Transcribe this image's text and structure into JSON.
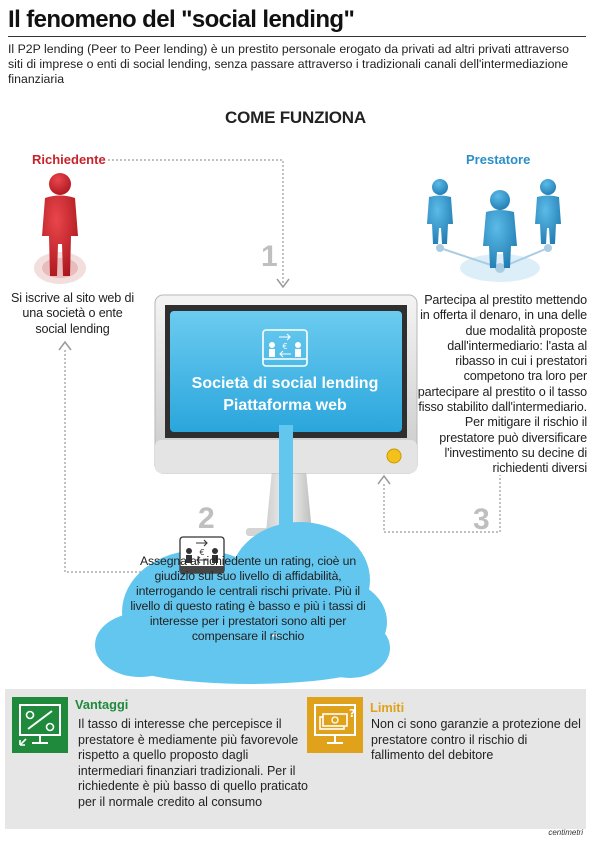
{
  "header": {
    "title": "Il fenomeno del \"social lending\"",
    "intro": "Il P2P lending (Peer to Peer lending) è un prestito personale erogato da privati ad altri privati attraverso siti di imprese o enti di social lending, senza passare attraverso i tradizionali canali dell'intermediazione finanziaria"
  },
  "section_title": "COME FUNZIONA",
  "roles": {
    "requester": "Richiedente",
    "lender": "Prestatore"
  },
  "steps": {
    "n1": "1",
    "n2": "2",
    "n3": "3"
  },
  "texts": {
    "requester": "Si iscrive al sito web di una società o ente social lending",
    "lender": "Partecipa al prestito mettendo in offerta il denaro, in una delle due modalità proposte dall'intermediario: l'asta al ribasso in cui i prestatori competono tra loro per partecipare al prestito o il tasso fisso stabilito dall'intermediario. Per mitigare il rischio il prestatore può diversificare l'investimento su decine di richiedenti diversi",
    "cloud": "Assegna al richiedente un rating, cioè un giudizio sul suo livello di affidabilità, interrogando le centrali rischi private. Più il livello di questo rating è basso e più i tassi di interesse per i prestatori sono alti per compensare il rischio"
  },
  "screen": {
    "line1": "Società di social lending",
    "line2": "Piattaforma web"
  },
  "advantages": {
    "title": "Vantaggi",
    "text": "Il tasso di interesse che percepisce il prestatore è mediamente più favorevole rispetto a quello proposto dagli intermediari finanziari tradizionali. Per il richiedente è più basso di quello praticato per il normale credito al consumo"
  },
  "limits": {
    "title": "Limiti",
    "text": "Non ci sono garanzie a protezione del prestatore contro il rischio di fallimento del debitore"
  },
  "credit": "centimetri",
  "colors": {
    "requester": "#c8232c",
    "lender": "#2a8fc9",
    "screen": "#3fb6e4",
    "cloud": "#63c6ee",
    "advantages": "#1f8a3c",
    "limits": "#e0a21a",
    "panel": "#e6e6e6"
  }
}
